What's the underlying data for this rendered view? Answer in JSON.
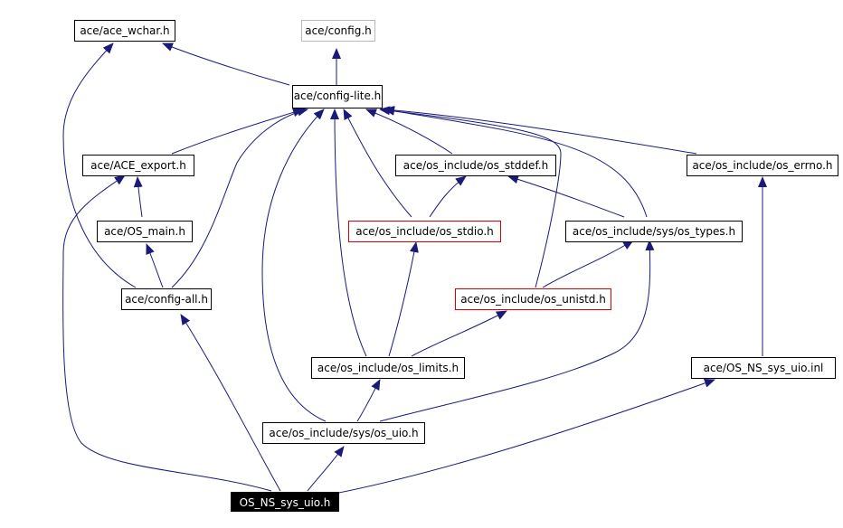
{
  "colors": {
    "edge": "#1a1a7a",
    "link_border": "#000000",
    "missing_border": "#e00000",
    "external_border": "#b8b8b8",
    "root_fill": "#000000"
  },
  "nodes": {
    "ace_wchar": "ace/ace_wchar.h",
    "config": "ace/config.h",
    "config_lite": "ace/config-lite.h",
    "ace_export": "ace/ACE_export.h",
    "os_stddef": "ace/os_include/os_stddef.h",
    "os_errno": "ace/os_include/os_errno.h",
    "os_main": "ace/OS_main.h",
    "os_stdio": "ace/os_include/os_stdio.h",
    "os_types": "ace/os_include/sys/os_types.h",
    "config_all": "ace/config-all.h",
    "os_unistd": "ace/os_include/os_unistd.h",
    "os_limits": "ace/os_include/os_limits.h",
    "os_ns_sys_uio_inl": "ace/OS_NS_sys_uio.inl",
    "os_uio": "ace/os_include/sys/os_uio.h",
    "root": "OS_NS_sys_uio.h"
  }
}
